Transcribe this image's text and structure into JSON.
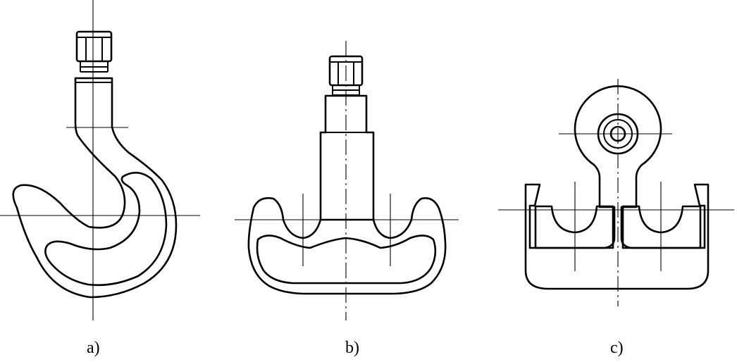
{
  "figure": {
    "captions": {
      "a": "a)",
      "b": "b)",
      "c": "c)"
    }
  }
}
